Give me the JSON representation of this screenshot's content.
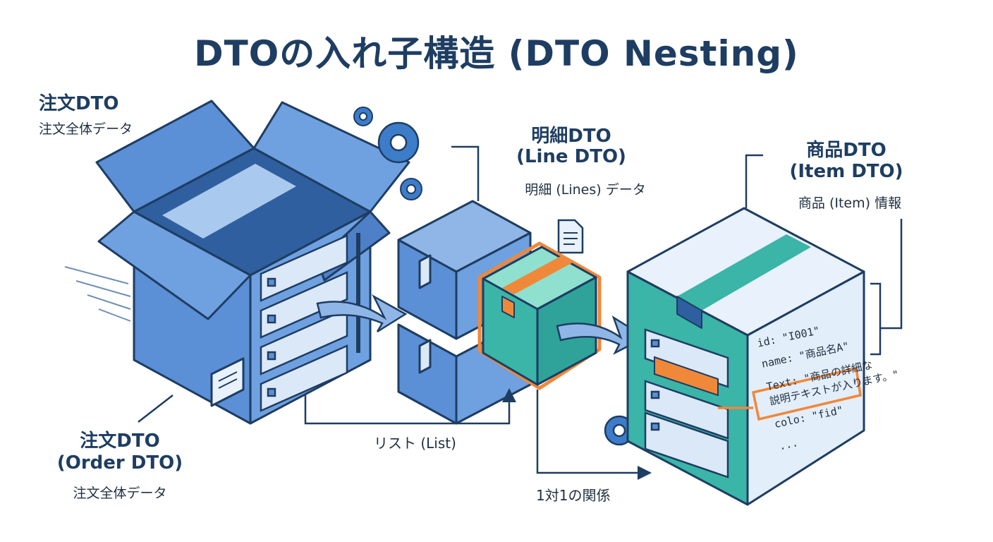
{
  "title": "DTOの入れ子構造 (DTO Nesting)",
  "order_top": {
    "name": "注文DTO",
    "desc": "注文全体データ"
  },
  "order_bottom": {
    "name": "注文DTO",
    "name_en": "(Order DTO)",
    "desc": "注文全体データ"
  },
  "line_dto": {
    "name": "明細DTO",
    "name_en": "(Line DTO)",
    "desc": "明細 (Lines) データ"
  },
  "item_dto": {
    "name": "商品DTO",
    "name_en": "(Item DTO)",
    "desc": "商品 (Item) 情報"
  },
  "connectors": {
    "list": "リスト (List)",
    "one_to_one": "1対1の関係"
  },
  "item_fields": {
    "id": "id: \"I001\"",
    "name": "name: \"商品名A\"",
    "text_1": "Text: \"商品の詳細な",
    "text_2": "説明テキストが入ります。\"",
    "colo": "colo: \"fid\"",
    "more": "..."
  },
  "colors": {
    "blue_box": "#5b8fd6",
    "dark_blue": "#1e3d62",
    "teal": "#3ab5a8",
    "orange": "#f0883a",
    "gear": "#3d7cc9"
  },
  "icons": [
    "gear-icon",
    "document-icon"
  ]
}
